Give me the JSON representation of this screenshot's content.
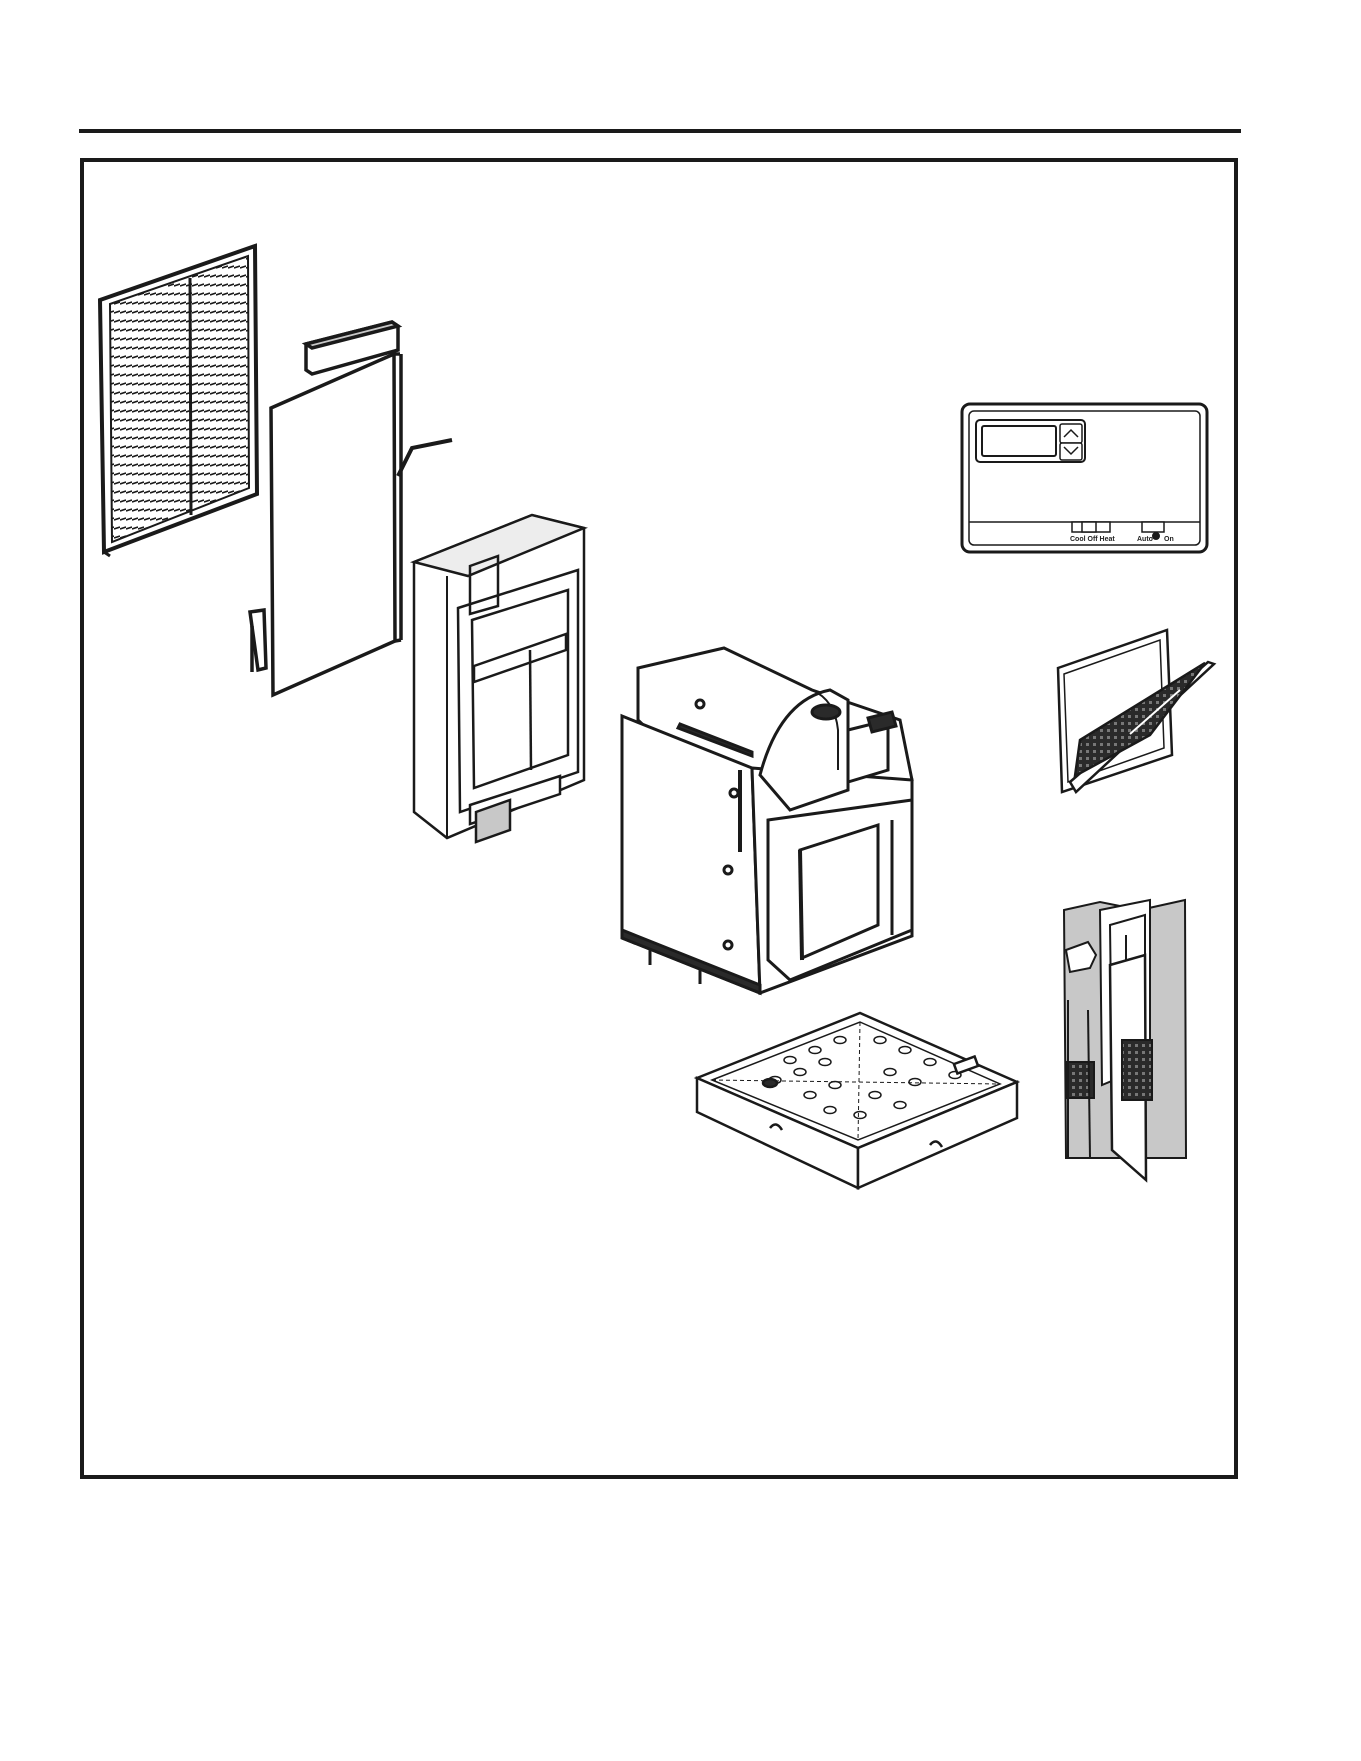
{
  "diagram": {
    "parts": [
      {
        "id": "grille",
        "icon": "louvered-grille-icon"
      },
      {
        "id": "drain-frame",
        "icon": "frame-with-tube-icon"
      },
      {
        "id": "wall-sleeve-frame",
        "icon": "open-frame-icon"
      },
      {
        "id": "chassis",
        "icon": "ac-chassis-icon"
      },
      {
        "id": "drain-pan",
        "icon": "perforated-pan-icon"
      },
      {
        "id": "thermostat",
        "icon": "thermostat-icon"
      },
      {
        "id": "return-grille",
        "icon": "hinged-grille-icon"
      },
      {
        "id": "access-door",
        "icon": "wall-access-door-icon"
      }
    ]
  },
  "thermostat": {
    "mode_labels": "Cool Off Heat",
    "fan_label_auto": "Auto",
    "fan_label_on": "On"
  },
  "colors": {
    "line": "#1a1a1a",
    "shade": "#c8c8c8",
    "dark": "#2a2a2a"
  }
}
